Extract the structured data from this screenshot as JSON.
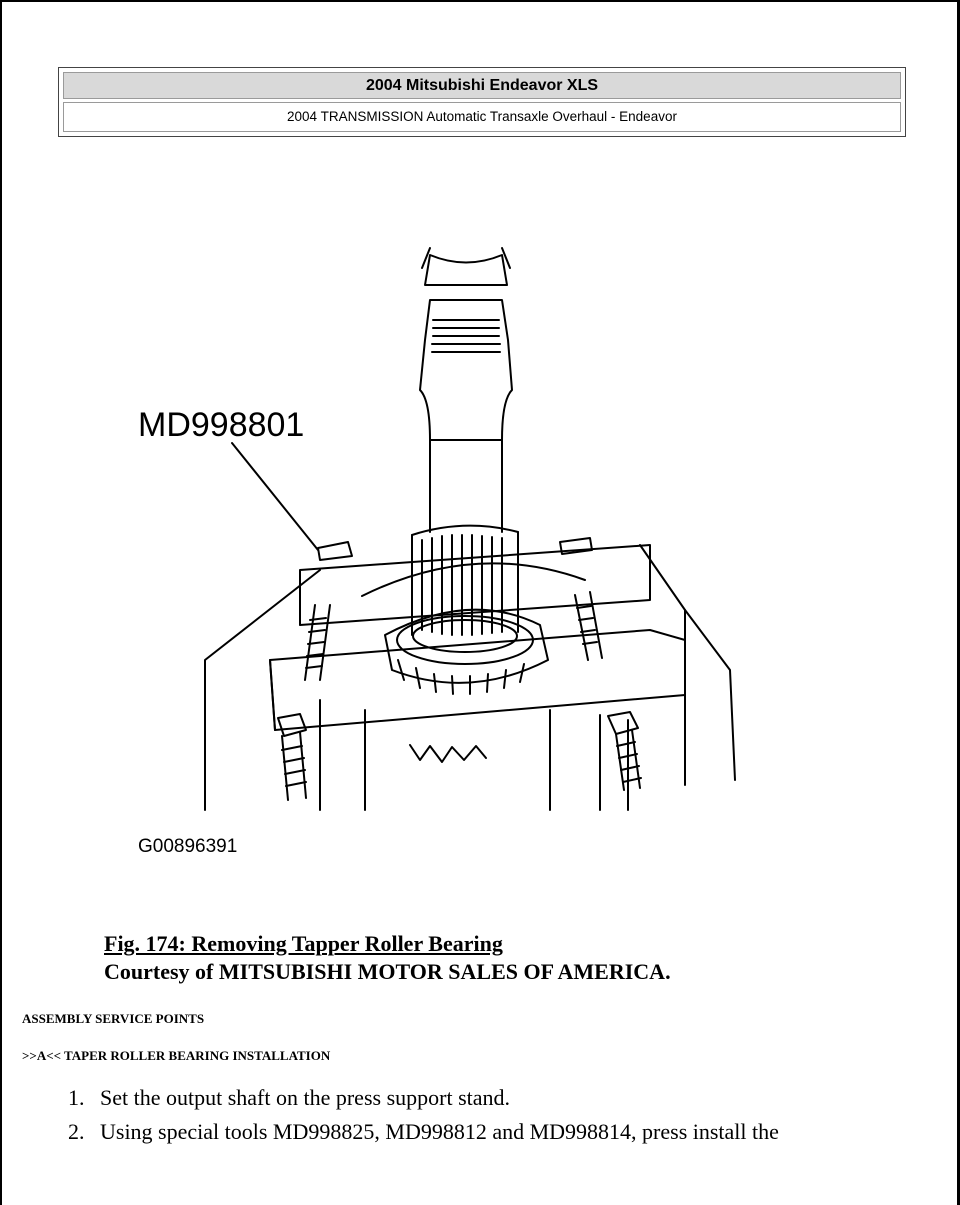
{
  "header": {
    "title": "2004 Mitsubishi Endeavor XLS",
    "subtitle": "2004 TRANSMISSION Automatic Transaxle Overhaul - Endeavor"
  },
  "figure": {
    "tool_label": "MD998801",
    "figure_code": "G00896391"
  },
  "caption": {
    "title": "Fig. 174: Removing Tapper Roller Bearing",
    "courtesy": "Courtesy of MITSUBISHI MOTOR SALES OF AMERICA."
  },
  "sections": [
    "ASSEMBLY SERVICE POINTS",
    ">>A<< TAPER ROLLER BEARING INSTALLATION"
  ],
  "steps": [
    {
      "num": "1.",
      "text": "Set the output shaft on the press support stand."
    },
    {
      "num": "2.",
      "text": "Using special tools MD998825, MD998812 and MD998814, press install the"
    }
  ]
}
